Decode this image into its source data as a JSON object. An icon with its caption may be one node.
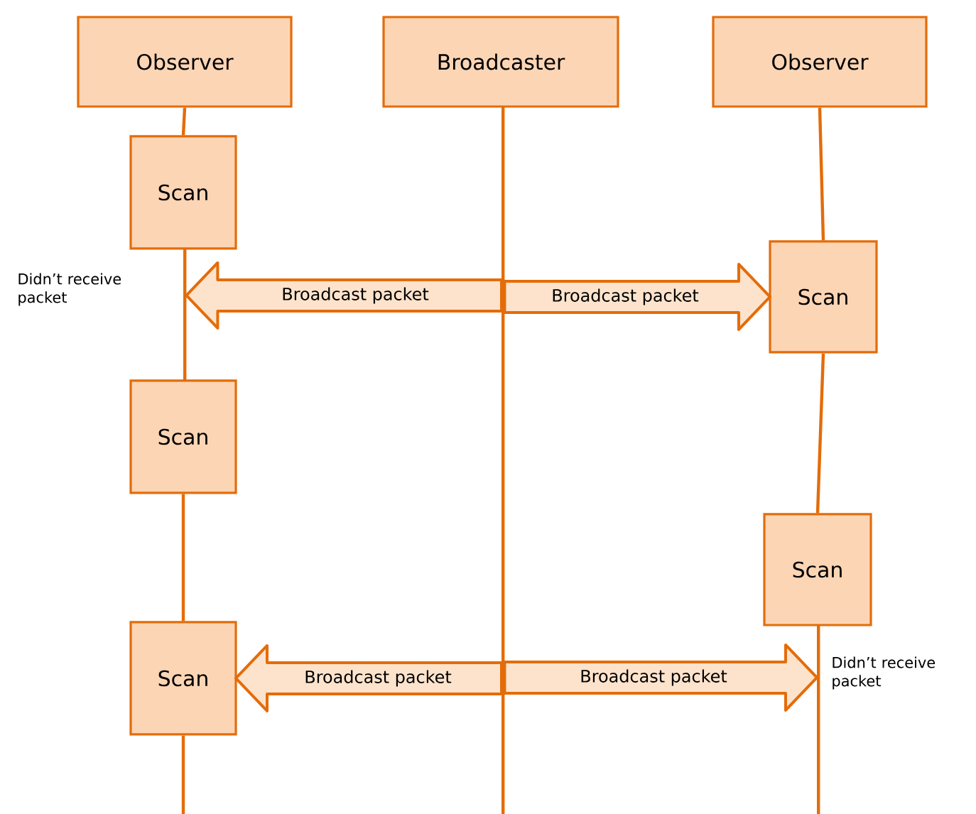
{
  "diagram": {
    "nodes": [
      {
        "text": [
          "Observer"
        ]
      },
      {
        "text": [
          "Broadcaster"
        ]
      },
      {
        "text": [
          "Observer"
        ]
      },
      {
        "text": [
          "Scan"
        ]
      },
      {
        "text": [
          "Scan"
        ]
      },
      {
        "text": [
          "Scan"
        ]
      },
      {
        "text": [
          "Scan"
        ]
      },
      {
        "text": [
          "Scan"
        ]
      },
      {
        "text": [],
        "shape": "bar"
      },
      {
        "text": [],
        "shape": "bar"
      },
      {
        "text": [],
        "shape": "bar"
      }
    ],
    "edges": [
      {
        "from": 9,
        "to": 8,
        "arrow": "to",
        "label": "Broadcast packet"
      },
      {
        "from": 9,
        "to": 6,
        "arrow": "to",
        "label": "Broadcast packet"
      },
      {
        "from": 9,
        "to": 5,
        "arrow": "to",
        "label": "Broadcast packet"
      },
      {
        "from": 9,
        "to": 10,
        "arrow": "to",
        "label": "Broadcast packet"
      },
      {
        "from": 0,
        "to": 3,
        "arrow": "none"
      },
      {
        "from": 4,
        "to": 5,
        "arrow": "none"
      },
      {
        "from": 5,
        "to": null,
        "arrow": "none"
      },
      {
        "from": 2,
        "to": 6,
        "arrow": "none"
      },
      {
        "from": 6,
        "to": 7,
        "arrow": "none"
      }
    ],
    "labels": [
      "Didn’t receive packet",
      "Didn’t receive packet"
    ]
  }
}
